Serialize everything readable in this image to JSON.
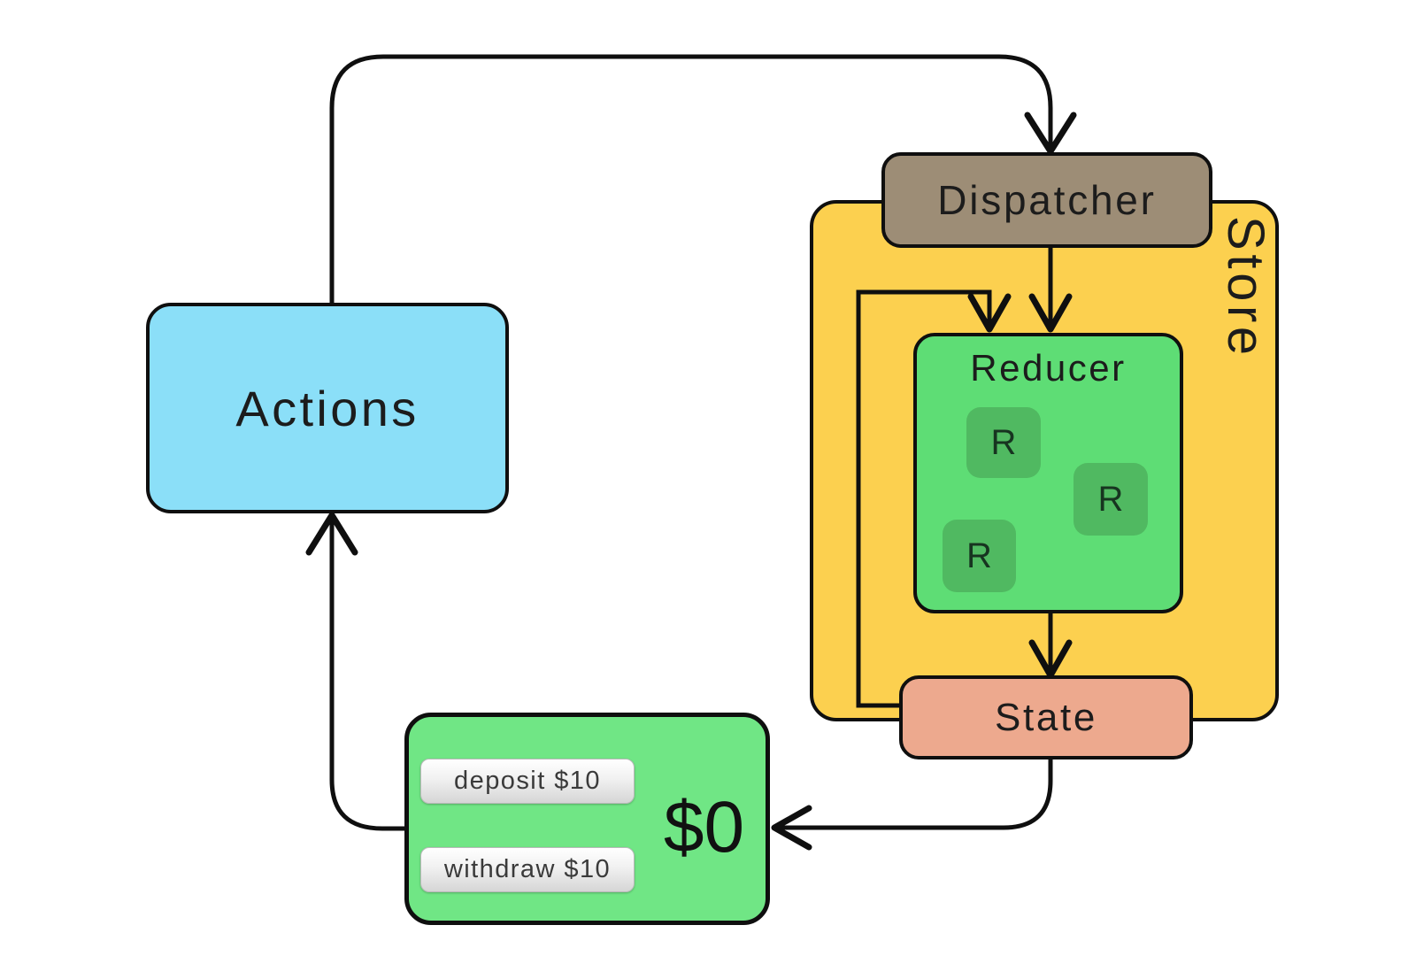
{
  "diagram": {
    "background": "#ffffff",
    "line_color": "#0f0f0f",
    "actions": {
      "label": "Actions",
      "fill": "#8BDFF8"
    },
    "dispatcher": {
      "label": "Dispatcher",
      "fill": "#9D8D76"
    },
    "store": {
      "label": "Store",
      "fill": "#FCD04F"
    },
    "reducer": {
      "label": "Reducer",
      "fill": "#5EDD75",
      "chip_fill": "#50B961",
      "chips": [
        {
          "label": "R"
        },
        {
          "label": "R"
        },
        {
          "label": "R"
        }
      ]
    },
    "state": {
      "label": "State",
      "fill": "#EDA98E"
    },
    "view": {
      "fill": "#70E685",
      "balance": "$0",
      "buttons": [
        {
          "label": "deposit $10"
        },
        {
          "label": "withdraw $10"
        }
      ]
    }
  }
}
